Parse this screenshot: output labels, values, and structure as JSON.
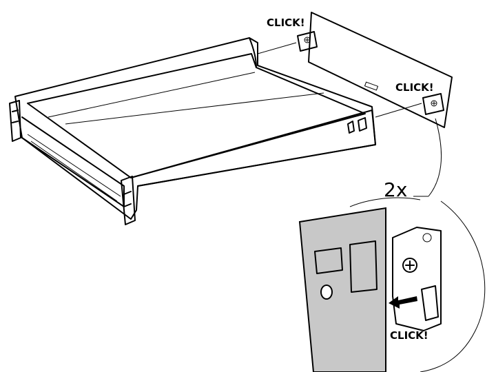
{
  "labels": {
    "click_top": "CLICK!",
    "click_right": "CLICK!",
    "click_detail": "CLICK!",
    "quantity": "2x"
  },
  "colors": {
    "line": "#000000",
    "panel_fill": "#c8c8c8",
    "background": "#ffffff"
  }
}
